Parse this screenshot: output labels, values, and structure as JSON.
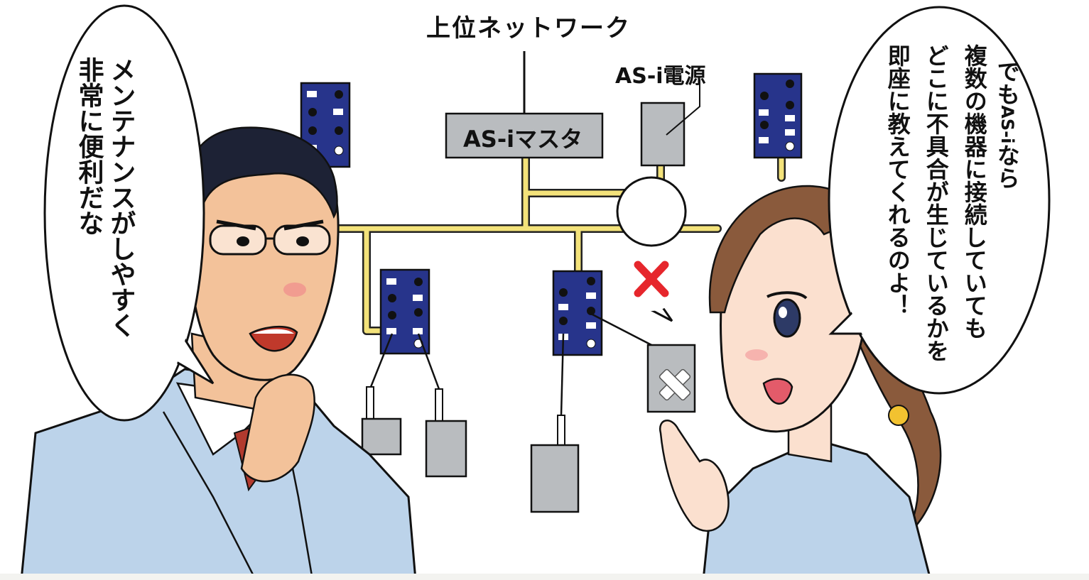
{
  "network": {
    "upper_network_label": "上位ネットワーク",
    "master_label": "AS-iマスタ",
    "power_label": "AS-i電源"
  },
  "speech": {
    "man": [
      "メンテナンスがしやすく",
      "非常に便利だな"
    ],
    "woman": [
      "でも",
      "複数の機器に接続していても",
      "どこに不具合が生じているかを",
      "即座に教えてくれるのよ！"
    ],
    "woman_inline_term": "AS-i",
    "woman_inline_suffix": "なら"
  },
  "error_symbol": "×",
  "colors": {
    "bus_cable": "#f3e27a",
    "module_blue": "#27348b",
    "device_gray": "#b9bcbf",
    "error_red": "#e6262c",
    "uniform": "#bcd3ea"
  }
}
